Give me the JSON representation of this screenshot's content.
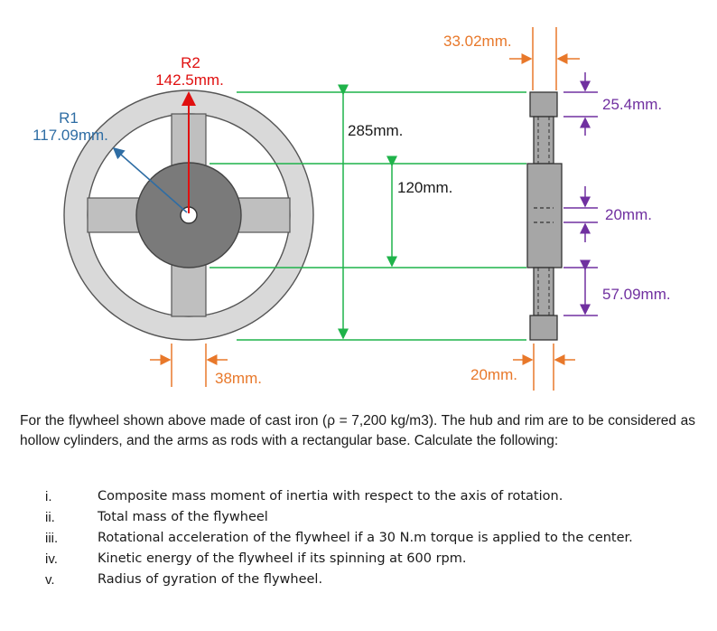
{
  "figure": {
    "r2": {
      "label": "R2",
      "value": "142.5mm."
    },
    "r1": {
      "label": "R1",
      "value": "117.09mm."
    },
    "dims": {
      "d285": "285mm.",
      "d120": "120mm.",
      "d33": "33.02mm.",
      "d25": "25.4mm.",
      "d20a": "20mm.",
      "d57": "57.09mm.",
      "d38": "38mm.",
      "d20b": "20mm."
    },
    "colors": {
      "green": "#1fb34a",
      "orange": "#e8782a",
      "purple": "#7030a0",
      "red": "#e01010",
      "blue": "#2e6da4",
      "rim": "#d9d9d9",
      "arm": "#bfbfbf",
      "hub": "#7a7a7a",
      "section": "#a6a6a6"
    }
  },
  "problem": {
    "text": "For the flywheel shown above made of cast iron (ρ = 7,200 kg/m3). The hub and rim are to be considered as hollow cylinders, and the arms as rods with a rectangular base. Calculate the following:"
  },
  "questions": [
    {
      "num": "i.",
      "text": "Composite mass moment of inertia with respect to the axis of rotation."
    },
    {
      "num": "ii.",
      "text": "Total mass of the flywheel"
    },
    {
      "num": "iii.",
      "text": "Rotational acceleration of the flywheel if a 30 N.m torque is applied to the center."
    },
    {
      "num": "iv.",
      "text": "Kinetic energy of the flywheel if its spinning at 600 rpm."
    },
    {
      "num": "v.",
      "text": "Radius of gyration of the flywheel."
    }
  ]
}
